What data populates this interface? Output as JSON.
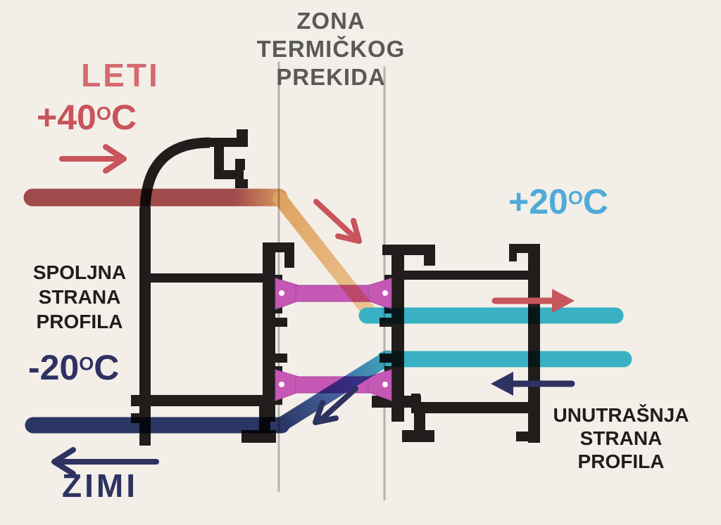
{
  "labels": {
    "season_hot": "LETI",
    "season_cold": "ZIMI",
    "zone": {
      "line1": "ZONA",
      "line2": "TERMIČKOG",
      "line3": "PREKIDA"
    },
    "outer_side": {
      "line1": "SPOLJNA",
      "line2": "STRANA",
      "line3": "PROFILA"
    },
    "inner_side": {
      "line1": "UNUTRAŠNJA",
      "line2": "STRANA",
      "line3": "PROFILA"
    }
  },
  "temperatures": {
    "summer_outdoor": {
      "value": "+40",
      "degree": "O",
      "unit": "C"
    },
    "indoor": {
      "value": "+20",
      "degree": "O",
      "unit": "C"
    },
    "winter_outdoor": {
      "value": "-20",
      "degree": "O",
      "unit": "C"
    }
  },
  "colors": {
    "paper": "#f3eee8",
    "ink": "#201d1c",
    "gray-text": "#595959",
    "gray-line": "#b5b3ab",
    "salmon": "#c8545c",
    "salmon-light": "#d46a70",
    "brick": "#a94f52",
    "orange": "#ecad6b",
    "orange-light": "#f7d3a0",
    "cyan": "#3cbdd8",
    "sky": "#4fabda",
    "navy": "#2e3261",
    "navy-band": "#2e3a6e",
    "steel": "#4a6fb2",
    "magenta": "#c558b4"
  }
}
